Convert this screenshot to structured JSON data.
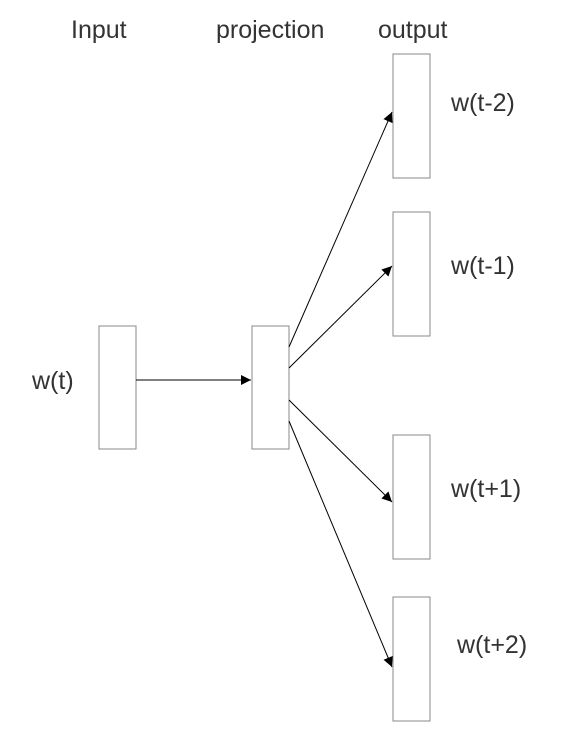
{
  "headers": {
    "input": "Input",
    "projection": "projection",
    "output": "output"
  },
  "input_label": "w(t)",
  "output_labels": [
    "w(t-2)",
    "w(t-1)",
    "w(t+1)",
    "w(t+2)"
  ],
  "colors": {
    "box_stroke": "#8a8a8a",
    "arrow": "#000000",
    "text": "#333333"
  }
}
